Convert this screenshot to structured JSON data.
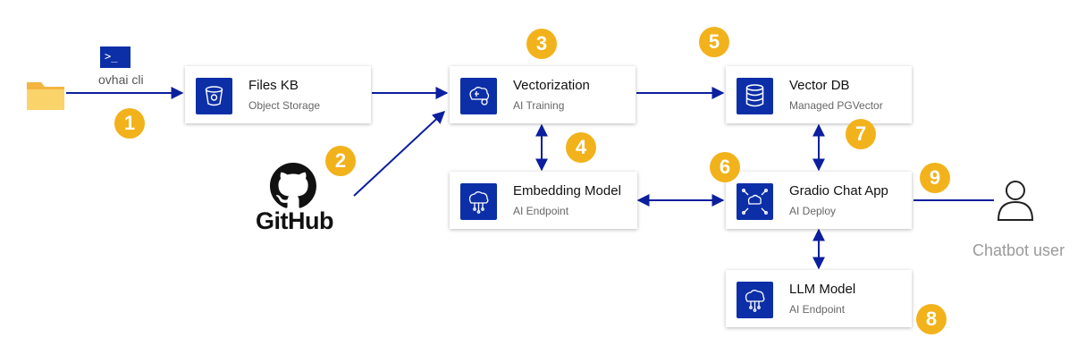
{
  "cli": {
    "prompt": ">_",
    "label": "ovhai cli"
  },
  "github": {
    "label": "GitHub"
  },
  "user": {
    "label": "Chatbot user"
  },
  "nodes": {
    "files_kb": {
      "title": "Files KB",
      "subtitle": "Object Storage",
      "icon": "bucket-icon"
    },
    "vectorization": {
      "title": "Vectorization",
      "subtitle": "AI Training",
      "icon": "brain-gear-icon"
    },
    "vector_db": {
      "title": "Vector DB",
      "subtitle": "Managed PGVector",
      "icon": "database-icon"
    },
    "embedding": {
      "title": "Embedding Model",
      "subtitle": "AI Endpoint",
      "icon": "brain-circuit-icon"
    },
    "gradio": {
      "title": "Gradio Chat App",
      "subtitle": "AI Deploy",
      "icon": "brain-network-icon"
    },
    "llm": {
      "title": "LLM Model",
      "subtitle": "AI Endpoint",
      "icon": "brain-circuit-icon"
    }
  },
  "steps": [
    "1",
    "2",
    "3",
    "4",
    "5",
    "6",
    "7",
    "8",
    "9"
  ],
  "colors": {
    "accent": "#0c2fa8",
    "step": "#f2b21b",
    "arrow": "#0c1f9e",
    "folder": "#f9c95a"
  }
}
